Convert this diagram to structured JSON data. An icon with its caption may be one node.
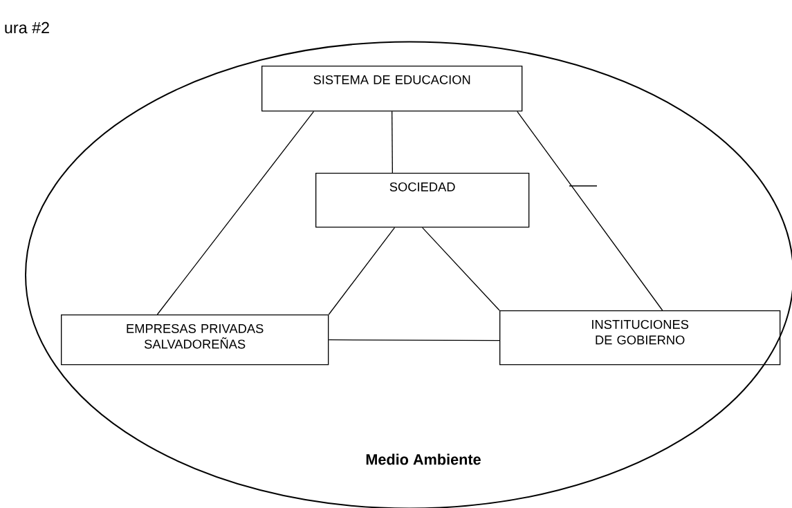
{
  "diagram": {
    "nodes": [
      {
        "text": [
          "Medio Ambiente"
        ]
      },
      {
        "text": [
          "SISTEMA DE EDUCACION"
        ],
        "in": 0
      },
      {
        "text": [
          "SOCIEDAD"
        ],
        "in": 0
      },
      {
        "text": [
          "EMPRESAS PRIVADAS SALVADOREÑAS"
        ],
        "in": 0
      },
      {
        "text": [
          "INSTITUCIONES DE GOBIERNO"
        ],
        "in": 0
      }
    ],
    "edges": [
      {
        "from": 1,
        "to": 2,
        "arrow": "none"
      },
      {
        "from": 1,
        "to": 3,
        "arrow": "none"
      },
      {
        "from": 1,
        "to": 4,
        "arrow": "none"
      },
      {
        "from": 2,
        "to": 3,
        "arrow": "none"
      },
      {
        "from": 2,
        "to": 4,
        "arrow": "none"
      },
      {
        "from": 3,
        "to": 4,
        "arrow": "none"
      }
    ],
    "labels": [
      "ura #2"
    ]
  }
}
